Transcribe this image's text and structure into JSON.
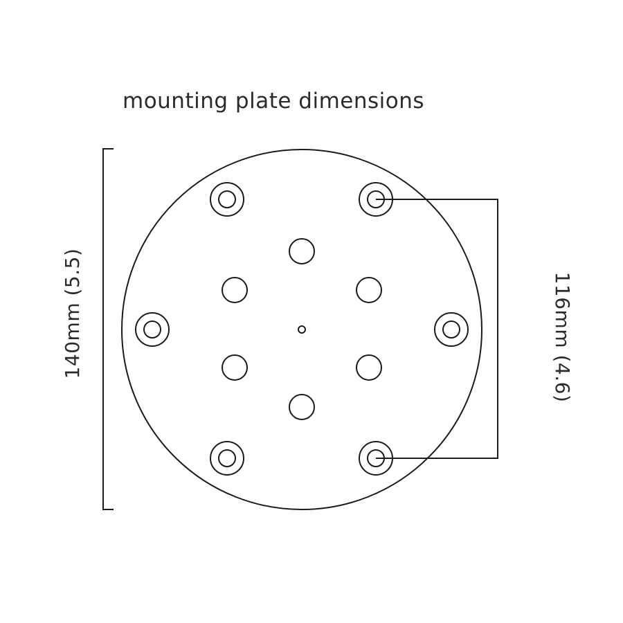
{
  "title": "mounting plate dimensions",
  "dimensions": {
    "overall_label": "140mm (5.5)",
    "bolt_spacing_label": "116mm (4.6)"
  },
  "colors": {
    "line": "#1a1a1a",
    "text": "#2b2b2b",
    "background": "#ffffff"
  }
}
